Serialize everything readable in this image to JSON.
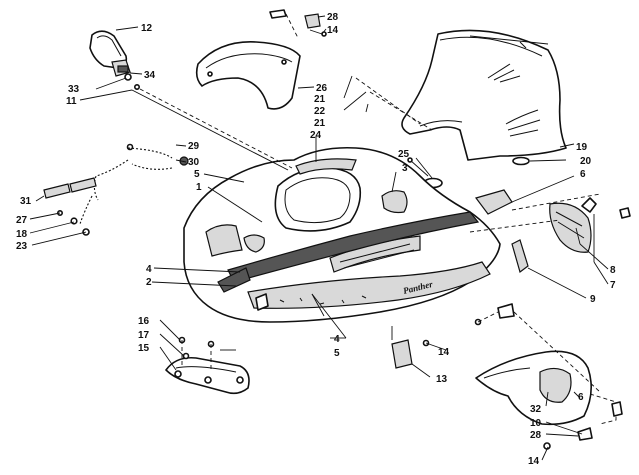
{
  "diagram": {
    "callouts": [
      {
        "id": "c12",
        "label": "12"
      },
      {
        "id": "c33",
        "label": "33"
      },
      {
        "id": "c34",
        "label": "34"
      },
      {
        "id": "c11",
        "label": "11"
      },
      {
        "id": "c28a",
        "label": "28"
      },
      {
        "id": "c14a",
        "label": "14"
      },
      {
        "id": "c26",
        "label": "26"
      },
      {
        "id": "c21a",
        "label": "21"
      },
      {
        "id": "c22",
        "label": "22"
      },
      {
        "id": "c21b",
        "label": "21"
      },
      {
        "id": "c24",
        "label": "24"
      },
      {
        "id": "c29",
        "label": "29"
      },
      {
        "id": "c30",
        "label": "30"
      },
      {
        "id": "c5a",
        "label": "5"
      },
      {
        "id": "c1",
        "label": "1"
      },
      {
        "id": "c3",
        "label": "3"
      },
      {
        "id": "c25",
        "label": "25"
      },
      {
        "id": "c19",
        "label": "19"
      },
      {
        "id": "c20",
        "label": "20"
      },
      {
        "id": "c6a",
        "label": "6"
      },
      {
        "id": "c31",
        "label": "31"
      },
      {
        "id": "c27",
        "label": "27"
      },
      {
        "id": "c18",
        "label": "18"
      },
      {
        "id": "c23",
        "label": "23"
      },
      {
        "id": "c4a",
        "label": "4"
      },
      {
        "id": "c2",
        "label": "2"
      },
      {
        "id": "c8",
        "label": "8"
      },
      {
        "id": "c7",
        "label": "7"
      },
      {
        "id": "c9",
        "label": "9"
      },
      {
        "id": "c16",
        "label": "16"
      },
      {
        "id": "c17",
        "label": "17"
      },
      {
        "id": "c15",
        "label": "15"
      },
      {
        "id": "c4b",
        "label": "4"
      },
      {
        "id": "c5b",
        "label": "5"
      },
      {
        "id": "c14b",
        "label": "14"
      },
      {
        "id": "c13",
        "label": "13"
      },
      {
        "id": "c32",
        "label": "32"
      },
      {
        "id": "c6b",
        "label": "6"
      },
      {
        "id": "c10",
        "label": "10"
      },
      {
        "id": "c28b",
        "label": "28"
      },
      {
        "id": "c14c",
        "label": "14"
      }
    ],
    "decal_text": "Panther"
  }
}
